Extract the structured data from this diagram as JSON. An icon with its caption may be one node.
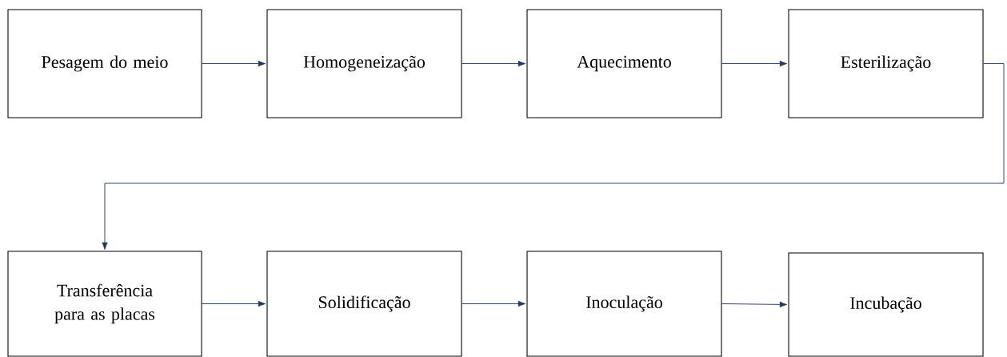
{
  "diagram": {
    "nodes": [
      {
        "text": [
          "Pesagem do meio"
        ]
      },
      {
        "text": [
          "Homogeneização"
        ]
      },
      {
        "text": [
          "Aquecimento"
        ]
      },
      {
        "text": [
          "Esterilização"
        ]
      },
      {
        "text": [
          "Transferência para as placas"
        ]
      },
      {
        "text": [
          "Solidificação"
        ]
      },
      {
        "text": [
          "Inoculação"
        ]
      },
      {
        "text": [
          "Incubação"
        ]
      }
    ],
    "edges": [
      {
        "from": 0,
        "to": 1,
        "arrow": "to"
      },
      {
        "from": 1,
        "to": 2,
        "arrow": "to"
      },
      {
        "from": 2,
        "to": 3,
        "arrow": "to"
      },
      {
        "from": 3,
        "to": 4,
        "arrow": "to"
      },
      {
        "from": 4,
        "to": 5,
        "arrow": "to"
      },
      {
        "from": 5,
        "to": 6,
        "arrow": "to"
      },
      {
        "from": 6,
        "to": 7,
        "arrow": "to"
      }
    ]
  }
}
